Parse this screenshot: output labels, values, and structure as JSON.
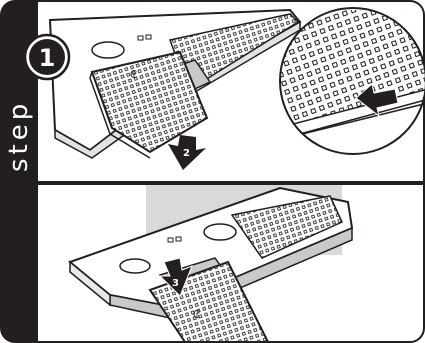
{
  "sidebar": {
    "label": "step",
    "step_number": "1"
  },
  "callouts": {
    "arrow_2": "2",
    "arrow_3": "3"
  },
  "colors": {
    "frame": "#231f20",
    "panel_bg": "#ffffff",
    "hood_shadow": "#c9c9c9",
    "wall": "#d9d9d9",
    "cabinet": "#bdbdbd",
    "arrow_fill": "#231f20",
    "arrow_text": "#ffffff"
  },
  "icons": [
    "filter-mesh-icon",
    "pull-arrow-icon",
    "push-arrow-icon",
    "magnifier-circle-icon",
    "finger-latch-icon"
  ]
}
